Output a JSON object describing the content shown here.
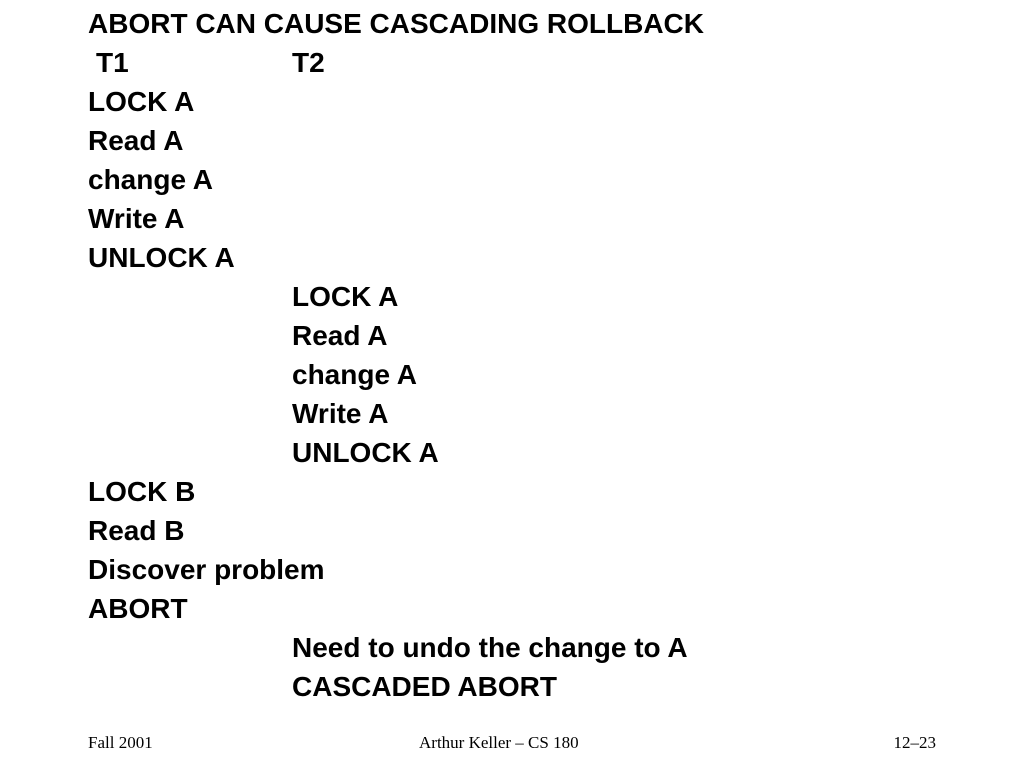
{
  "slide": {
    "title": "ABORT CAN CAUSE CASCADING ROLLBACK",
    "column_headers": {
      "t1": "T1",
      "t2": "T2"
    },
    "t1_steps_before": [
      "LOCK A",
      "Read A",
      "change A",
      "Write A",
      "UNLOCK A"
    ],
    "t2_steps": [
      "LOCK A",
      "Read A",
      "change A",
      "Write A",
      "UNLOCK A"
    ],
    "t1_steps_after": [
      "LOCK B",
      "Read B",
      "Discover problem",
      "ABORT"
    ],
    "t2_notes": [
      "Need to undo the change to A",
      "CASCADED ABORT"
    ]
  },
  "footer": {
    "left": "Fall 2001",
    "center": "Arthur Keller – CS 180",
    "right": "12–23"
  }
}
